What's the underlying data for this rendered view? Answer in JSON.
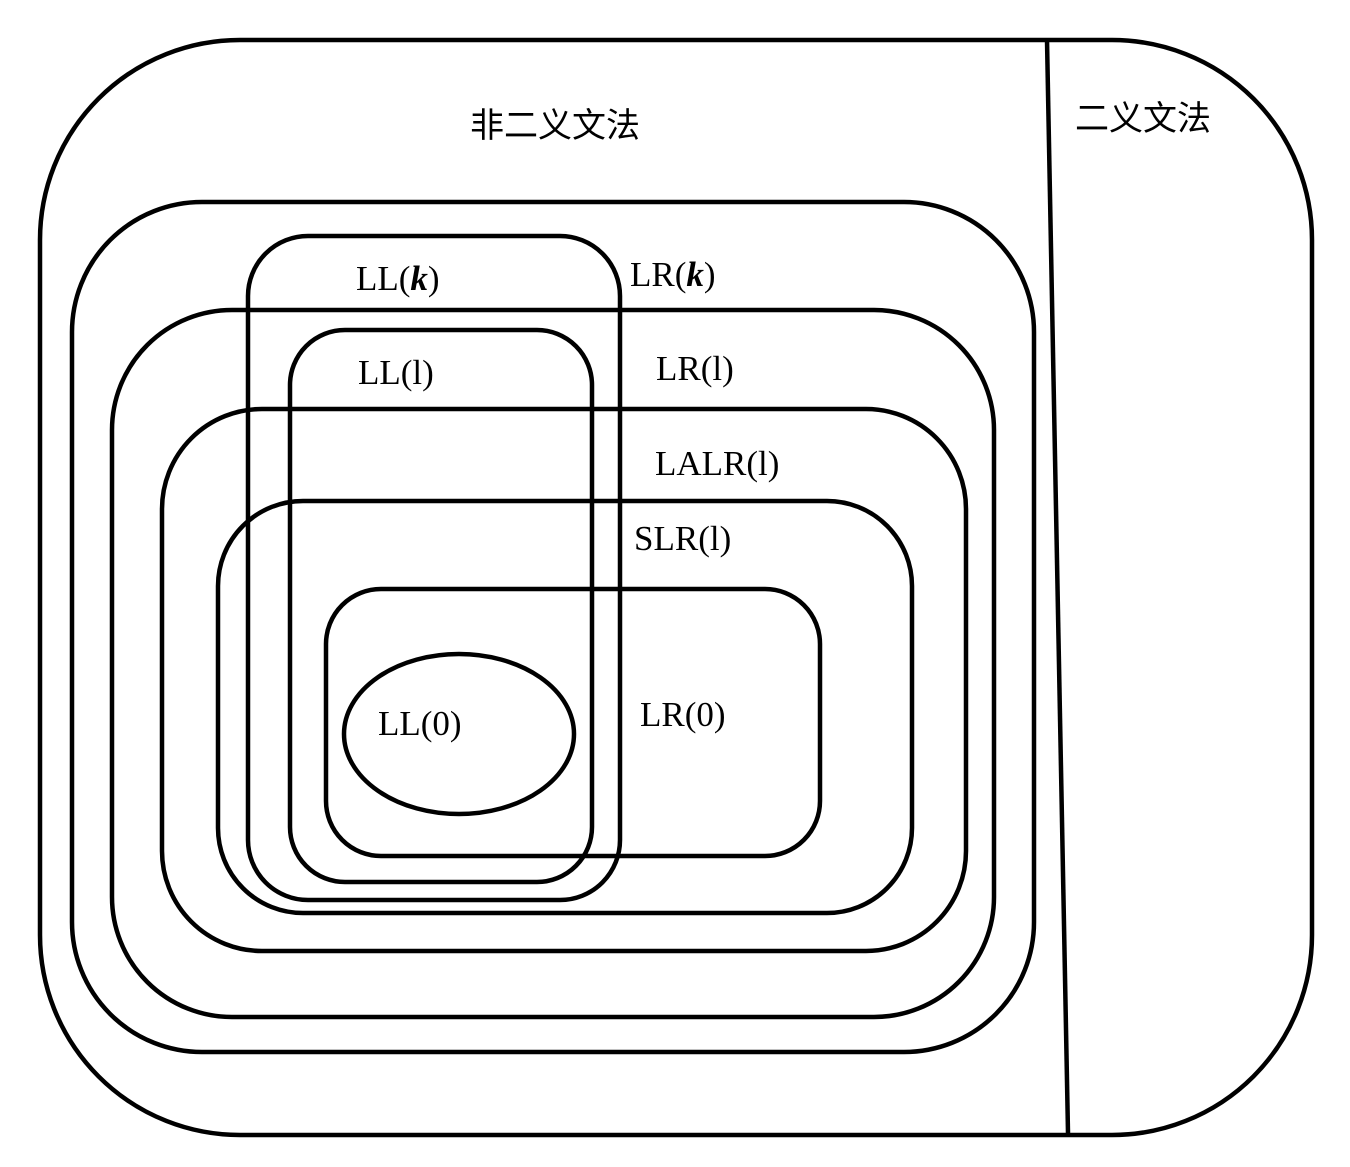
{
  "regions": {
    "non_ambiguous": "非二义文法",
    "ambiguous": "二义文法"
  },
  "classes": {
    "ll_k_prefix": "LL(",
    "ll_k_var": "k",
    "ll_k_suffix": ")",
    "lr_k_prefix": "LR(",
    "lr_k_var": "k",
    "lr_k_suffix": ")",
    "ll_1": "LL(l)",
    "lr_1": "LR(l)",
    "lalr_1": "LALR(l)",
    "slr_1": "SLR(l)",
    "lr_0": "LR(0)",
    "ll_0": "LL(0)"
  }
}
